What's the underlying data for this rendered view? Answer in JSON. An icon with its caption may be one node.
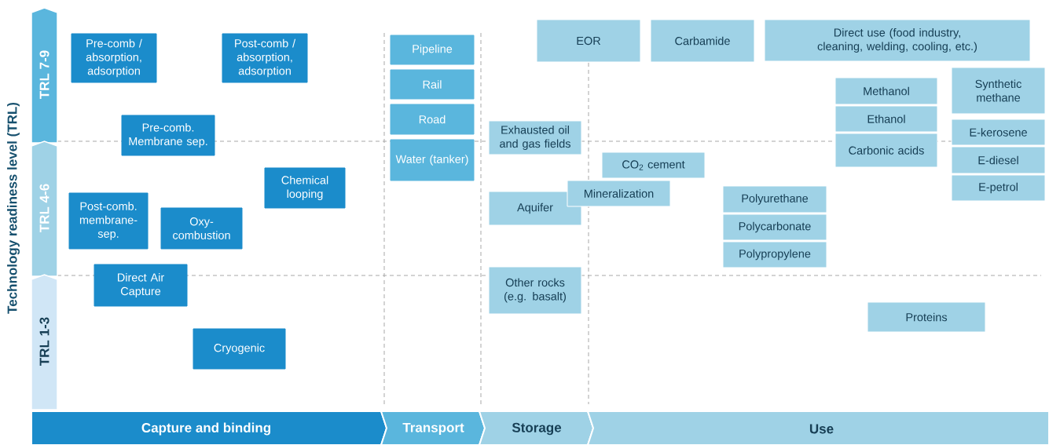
{
  "diagram": {
    "nodes": [
      {
        "text": [
          "TRL 7-9"
        ]
      },
      {
        "text": [
          "TRL 4-6"
        ]
      },
      {
        "text": [
          "TRL 1-3"
        ]
      },
      {
        "text": [
          "Pre-comb / absorption, adsorption"
        ]
      },
      {
        "text": [
          "Post-comb / absorption, adsorption"
        ]
      },
      {
        "text": [
          "Pre-comb. Membrane sep."
        ]
      },
      {
        "text": [
          "Chemical looping"
        ]
      },
      {
        "text": [
          "Post-comb. membrane-sep."
        ]
      },
      {
        "text": [
          "Oxy-combustion"
        ]
      },
      {
        "text": [
          "Direct Air Capture"
        ]
      },
      {
        "text": [
          "Cryogenic"
        ]
      },
      {
        "text": [
          "Pipeline"
        ]
      },
      {
        "text": [
          "Rail"
        ]
      },
      {
        "text": [
          "Road"
        ]
      },
      {
        "text": [
          "Water (tanker)"
        ]
      },
      {
        "text": [
          "Exhausted oil and gas fields"
        ]
      },
      {
        "text": [
          "Aquifer"
        ]
      },
      {
        "text": [
          "Other rocks (e.g. basalt)"
        ]
      },
      {
        "text": [
          "EOR"
        ]
      },
      {
        "text": [
          "Carbamide"
        ]
      },
      {
        "text": [
          "Direct use (food industry, cleaning, welding, cooling, etc.)"
        ]
      },
      {
        "text": [
          "Methanol"
        ]
      },
      {
        "text": [
          "Synthetic methane"
        ]
      },
      {
        "text": [
          "Ethanol"
        ]
      },
      {
        "text": [
          "E-kerosene"
        ]
      },
      {
        "text": [
          "CO$_{2}$ cement"
        ]
      },
      {
        "text": [
          "Carbonic acids"
        ]
      },
      {
        "text": [
          "E-diesel"
        ]
      },
      {
        "text": [
          "Mineralization"
        ]
      },
      {
        "text": [
          "E-petrol"
        ]
      },
      {
        "text": [
          "Polyurethane"
        ]
      },
      {
        "text": [
          "Polycarbonate"
        ]
      },
      {
        "text": [
          "Polypropylene"
        ]
      },
      {
        "text": [
          "Proteins"
        ]
      },
      {
        "text": [
          "Capture and binding"
        ]
      },
      {
        "text": [
          "Transport"
        ]
      },
      {
        "text": [
          "Storage"
        ]
      },
      {
        "text": [
          "Use"
        ]
      }
    ],
    "labels": [
      "Technology readiness level  (TRL)"
    ]
  }
}
